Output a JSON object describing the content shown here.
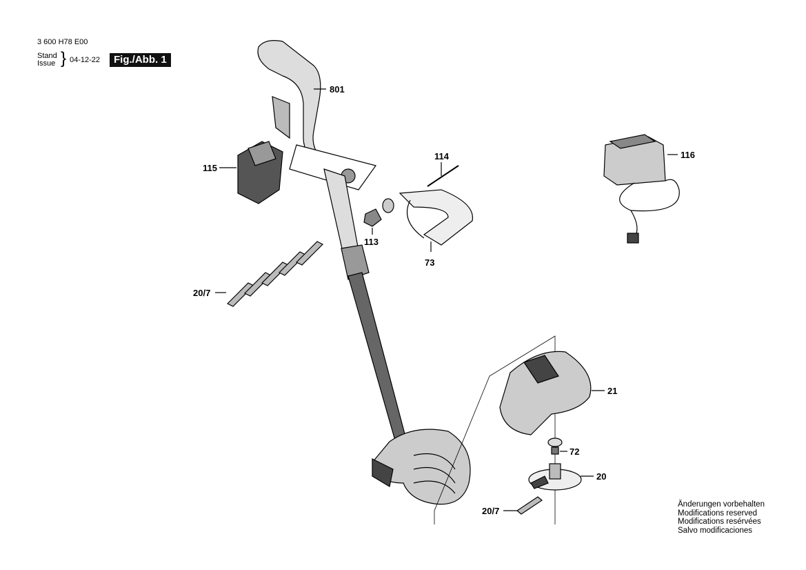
{
  "header": {
    "document_number": "3 600 H78 E00",
    "stand_label": "Stand",
    "issue_label": "Issue",
    "date": "04-12-22",
    "figure_label": "Fig./Abb. 1"
  },
  "parts": [
    {
      "id": "801"
    },
    {
      "id": "115"
    },
    {
      "id": "114"
    },
    {
      "id": "116"
    },
    {
      "id": "113"
    },
    {
      "id": "73"
    },
    {
      "id": "20/7"
    },
    {
      "id": "21"
    },
    {
      "id": "72"
    },
    {
      "id": "20"
    },
    {
      "id": "20/7"
    }
  ],
  "notes": [
    "Änderungen vorbehalten",
    "Modifications reserved",
    "Modifications resérvées",
    "Salvo modificaciones"
  ]
}
